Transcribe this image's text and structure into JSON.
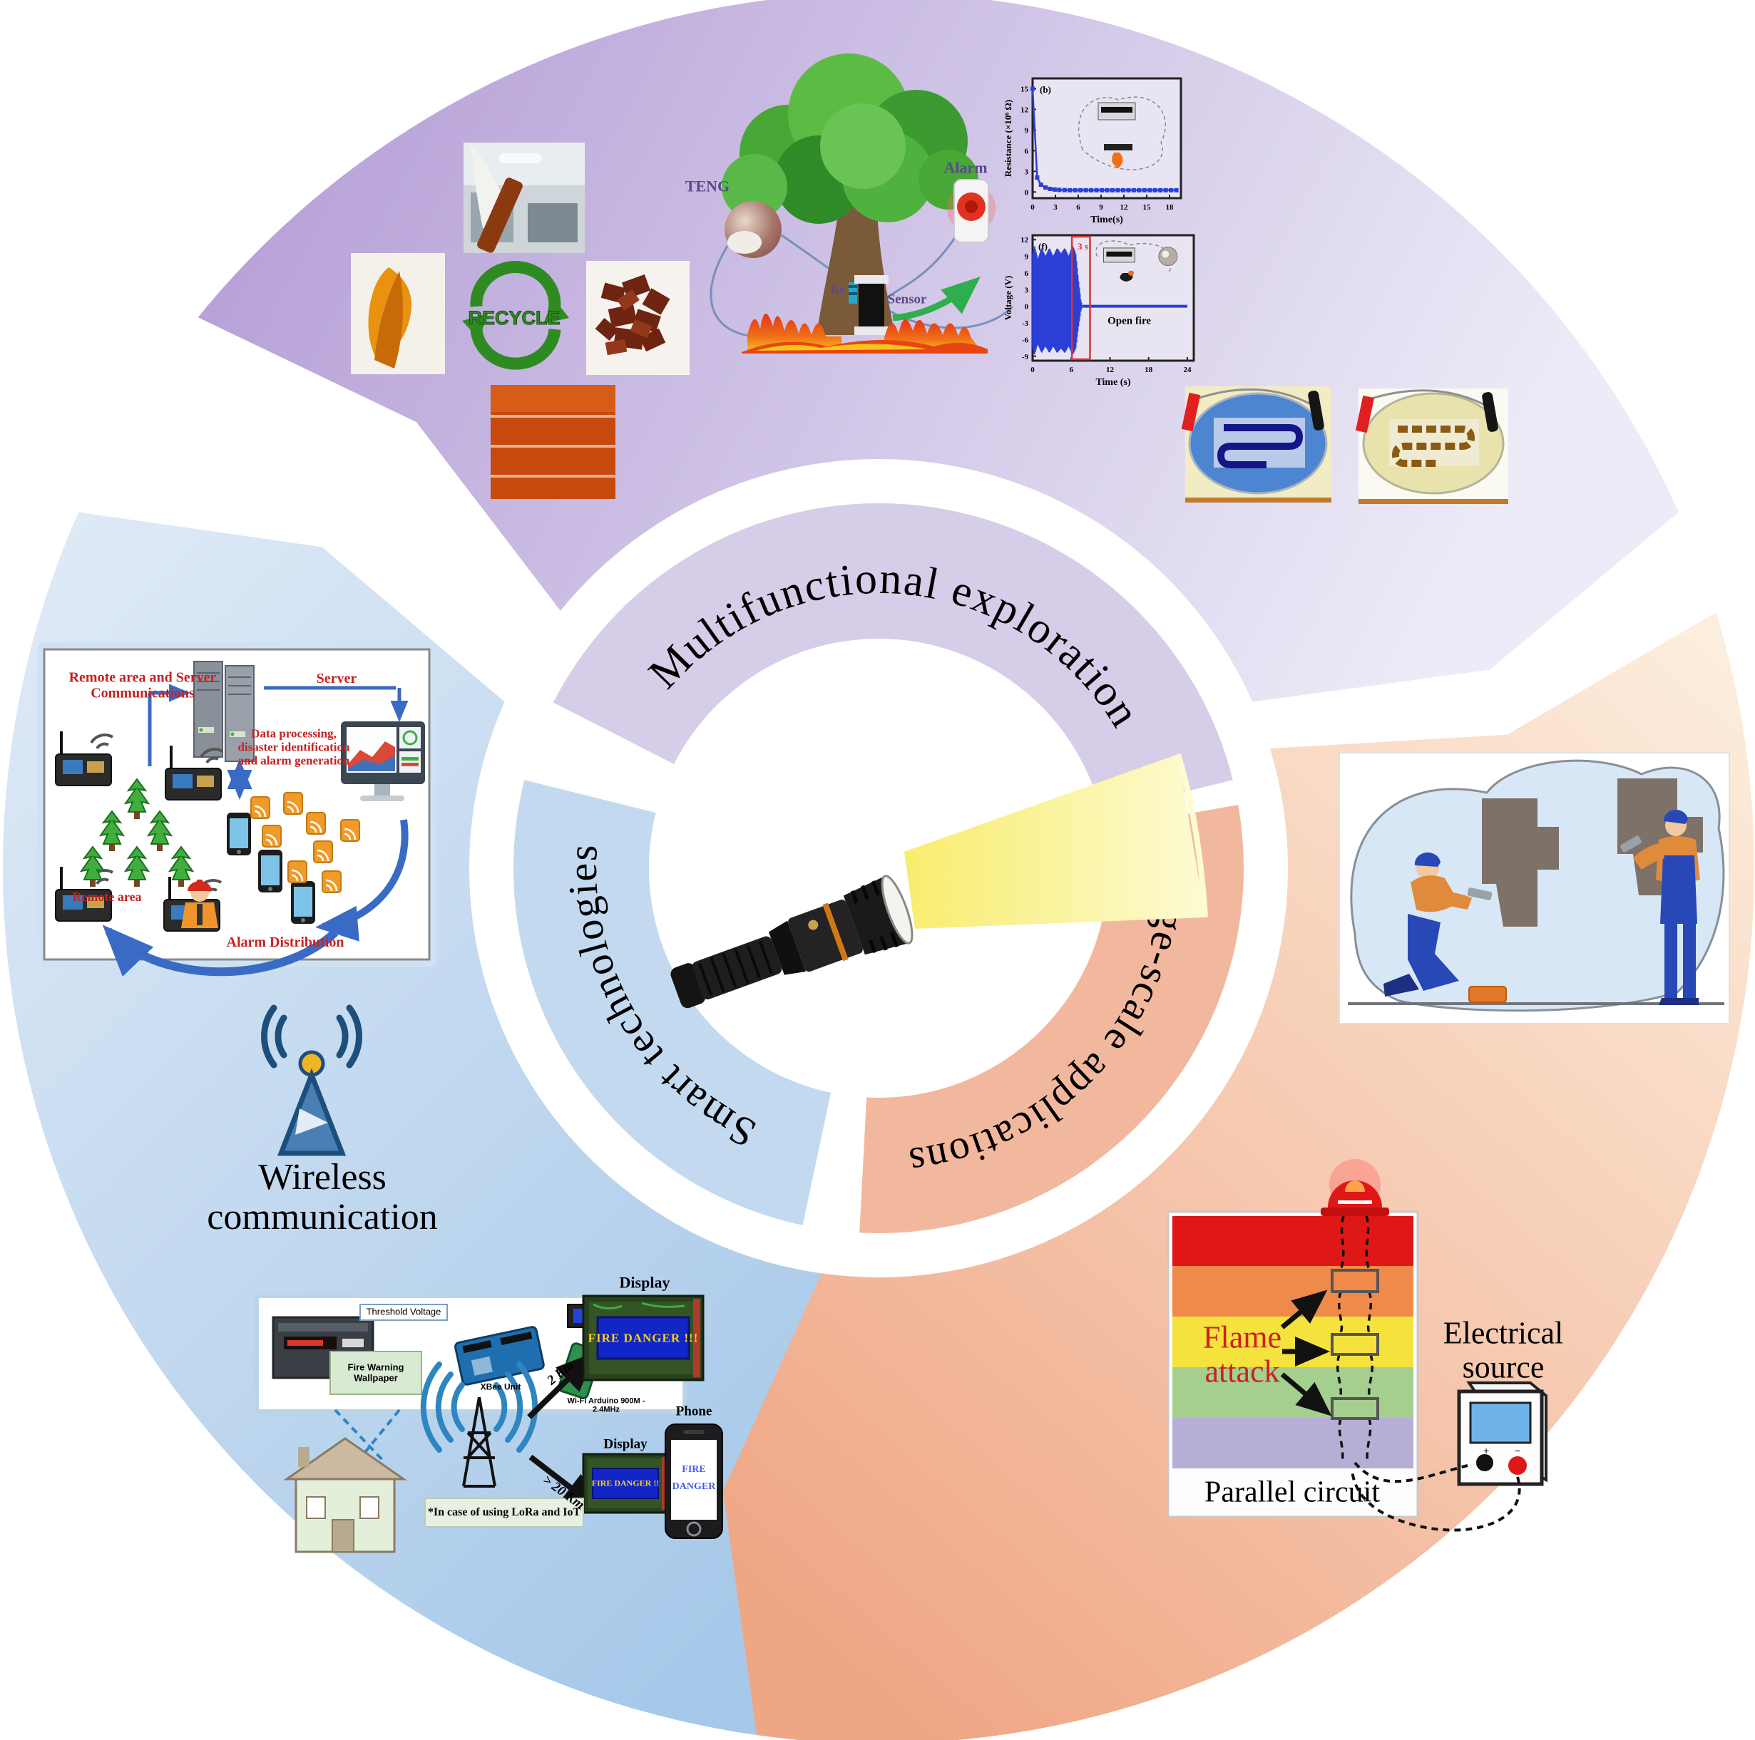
{
  "rings": {
    "top_label": "Multifunctional exploration",
    "left_label": "Smart technologies",
    "right_label": "Large-scale applications"
  },
  "colors": {
    "outer_purple_a": "#b199d4",
    "outer_purple_b": "#ecebf7",
    "inner_purple": "#d6cde8",
    "outer_blue_a": "#e1ebf7",
    "outer_blue_b": "#a7c9e9",
    "inner_blue": "#c3d9ef",
    "outer_orange_a": "#fdf0e0",
    "outer_orange_b": "#efa685",
    "inner_orange": "#f2b89e",
    "beam": "#f8ef78",
    "accent_red": "#c62222",
    "wave_blue": "#2b3fd6"
  },
  "top_section": {
    "recycle_label": "RECYCLE",
    "tree_labels": {
      "teng": "TENG",
      "alarm": "Alarm",
      "resistor": "Rs",
      "sensor": "Sensor"
    }
  },
  "chart_data": [
    {
      "id": "b",
      "type": "line",
      "panel": "(b)",
      "xlabel": "Time(s)",
      "ylabel": "Resistance (×10⁶ Ω)",
      "x_ticks": [
        0,
        3,
        6,
        9,
        12,
        15,
        18
      ],
      "y_ticks": [
        0,
        3,
        6,
        9,
        12,
        15
      ],
      "xlim": [
        0,
        19.5
      ],
      "ylim": [
        -0.9,
        16.5
      ],
      "points": [
        [
          0,
          15
        ],
        [
          0.6,
          2.1
        ],
        [
          1.1,
          1.05
        ],
        [
          1.7,
          0.65
        ],
        [
          2.3,
          0.45
        ],
        [
          2.9,
          0.35
        ],
        [
          3.5,
          0.3
        ],
        [
          4.2,
          0.27
        ],
        [
          4.9,
          0.25
        ],
        [
          5.6,
          0.25
        ],
        [
          6.3,
          0.25
        ],
        [
          7.0,
          0.25
        ],
        [
          7.7,
          0.25
        ],
        [
          8.4,
          0.25
        ],
        [
          9.1,
          0.25
        ],
        [
          9.8,
          0.25
        ],
        [
          10.5,
          0.25
        ],
        [
          11.2,
          0.25
        ],
        [
          11.9,
          0.25
        ],
        [
          12.6,
          0.25
        ],
        [
          13.3,
          0.25
        ],
        [
          14.0,
          0.25
        ],
        [
          14.7,
          0.25
        ],
        [
          15.4,
          0.25
        ],
        [
          16.1,
          0.25
        ],
        [
          16.8,
          0.25
        ],
        [
          17.5,
          0.25
        ],
        [
          18.2,
          0.25
        ],
        [
          18.9,
          0.25
        ]
      ]
    },
    {
      "id": "f",
      "type": "waveform",
      "panel": "(f)",
      "xlabel": "Time (s)",
      "ylabel": "Voltage (V)",
      "x_ticks": [
        0,
        6,
        12,
        18,
        24
      ],
      "y_ticks": [
        12,
        9,
        6,
        3,
        0,
        -3,
        -6,
        -9
      ],
      "xlim": [
        0,
        25
      ],
      "ylim": [
        -9.8,
        12.8
      ],
      "envelope": [
        [
          0,
          9.5
        ],
        [
          0.3,
          11
        ],
        [
          0.8,
          8.5
        ],
        [
          1.4,
          10.5
        ],
        [
          2.0,
          9.0
        ],
        [
          2.6,
          10.5
        ],
        [
          3.2,
          9.0
        ],
        [
          3.8,
          10.5
        ],
        [
          4.4,
          9.5
        ],
        [
          5.0,
          10.5
        ],
        [
          5.6,
          9.0
        ],
        [
          6.2,
          11
        ],
        [
          6.7,
          9.5
        ],
        [
          7.1,
          5.0
        ],
        [
          7.5,
          1.0
        ],
        [
          7.7,
          0.35
        ]
      ],
      "flat_amp": 0.35,
      "flat_to": 24,
      "annotation": "Open fire",
      "box_label": "3 s",
      "box_x": [
        6.1,
        8.9
      ]
    }
  ],
  "left_section": {
    "network": {
      "remote_server": "Remote area and Server Communications",
      "server": "Server",
      "processing": "Data processing, disaster identification and alarm generation",
      "remote_area": "Remote area",
      "alarm_dist": "Alarm Distribution"
    },
    "wireless_line1": "Wireless",
    "wireless_line2": "communication",
    "telemetry": {
      "threshold": "Threshold Voltage",
      "wallpaper": "Fire Warning Wallpaper",
      "xbee": "XBee Unit",
      "wifi": "Wi-Fi Arduino 900M - 2.4MHz",
      "km2": "2 Km",
      "km20": "> 20 Km",
      "display1_label": "Display",
      "display1_text": "FIRE DANGER !!!",
      "display2_label": "Display",
      "display2_text": "FIRE DANGER !!",
      "phone_label": "Phone",
      "phone_line1": "FIRE",
      "phone_line2": "DANGER",
      "note": "*In case of using LoRa and IoT"
    }
  },
  "right_section": {
    "flame_line1": "Flame",
    "flame_line2": "attack",
    "electrical_line1": "Electrical",
    "electrical_line2": "source",
    "parallel": "Parallel circuit"
  }
}
